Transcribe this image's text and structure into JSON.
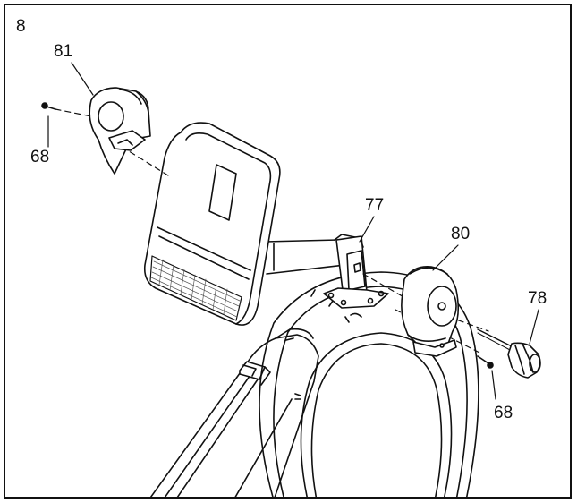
{
  "step_number": "8",
  "parts": {
    "p81": "81",
    "p68_left": "68",
    "p77": "77",
    "p80": "80",
    "p78": "78",
    "p68_right": "68"
  },
  "colors": {
    "line": "#111111",
    "grille": "#555555",
    "background": "#ffffff"
  }
}
